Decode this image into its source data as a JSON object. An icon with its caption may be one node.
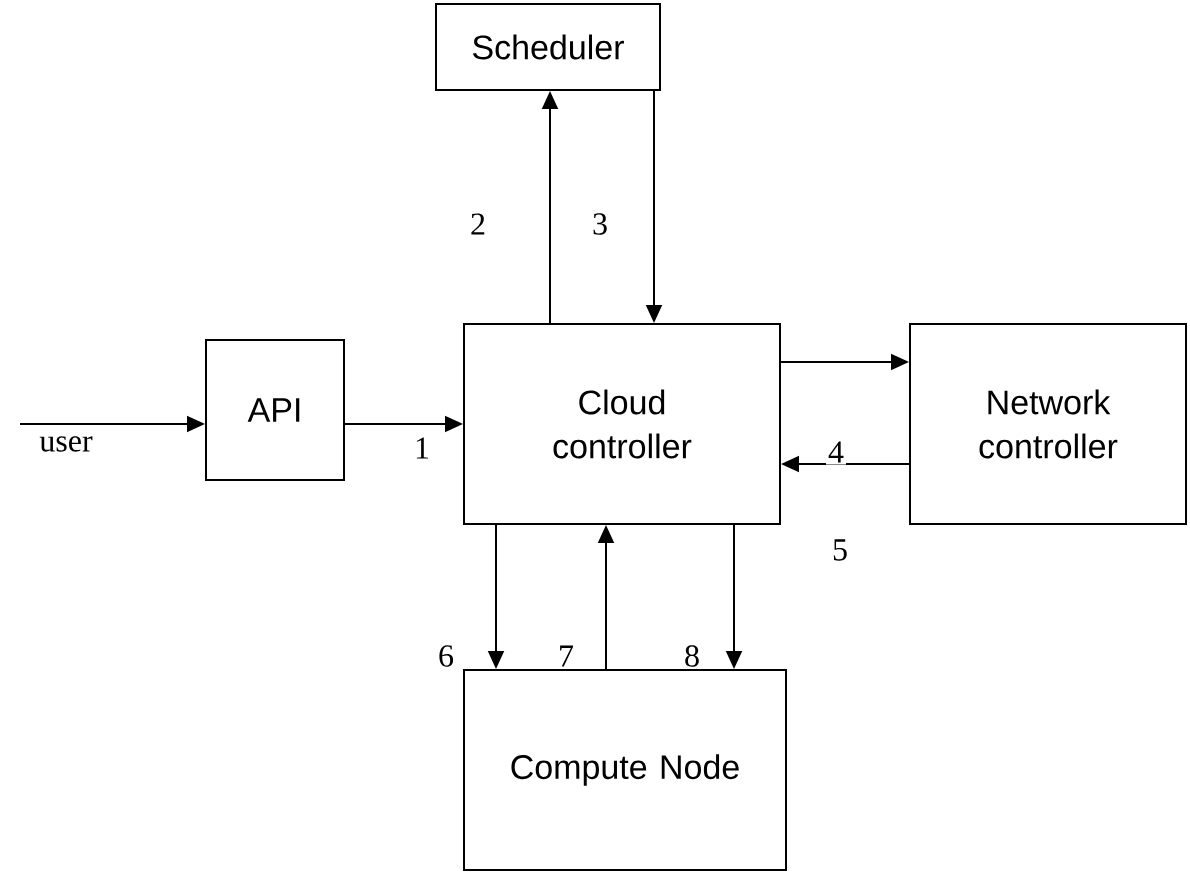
{
  "diagram": {
    "nodes": [
      {
        "text": [
          "Scheduler"
        ]
      },
      {
        "text": [
          "API"
        ]
      },
      {
        "text": [
          "Cloud controller"
        ]
      },
      {
        "text": [
          "Network controller"
        ]
      },
      {
        "text": [
          "Compute Node"
        ]
      }
    ],
    "edges": [
      {
        "from": null,
        "to": 1,
        "arrow": "to",
        "label": "user"
      },
      {
        "from": 1,
        "to": 2,
        "arrow": "to",
        "label": "1"
      },
      {
        "from": 2,
        "to": 0,
        "arrow": "to",
        "label": "2"
      },
      {
        "from": 0,
        "to": 2,
        "arrow": "to",
        "label": "3"
      },
      {
        "from": 2,
        "to": 3,
        "arrow": "to"
      },
      {
        "from": 3,
        "to": 2,
        "arrow": "to",
        "label": "4"
      },
      {
        "from": 2,
        "to": 4,
        "arrow": "to",
        "label": "6"
      },
      {
        "from": 4,
        "to": 2,
        "arrow": "to",
        "label": "7"
      },
      {
        "from": 2,
        "to": 4,
        "arrow": "to",
        "label": "8"
      }
    ],
    "labels": [
      "5"
    ]
  }
}
